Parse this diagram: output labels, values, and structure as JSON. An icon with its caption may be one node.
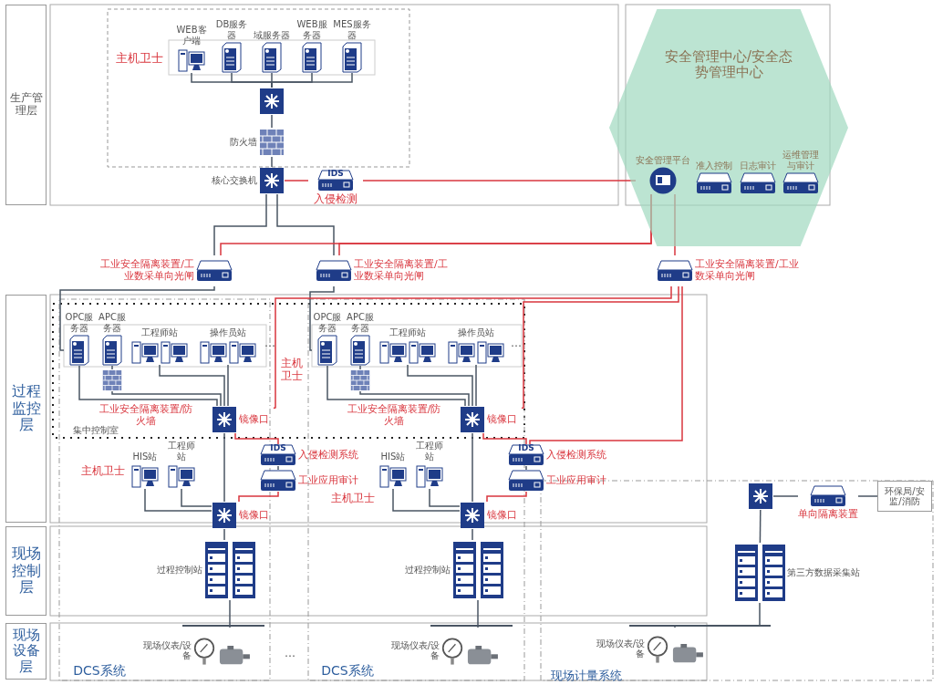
{
  "diagram": {
    "nodes": [
      {
        "text": [
          "生产管理层"
        ]
      },
      {
        "text": [
          "过程监控层"
        ]
      },
      {
        "text": [
          "现场控制层"
        ]
      },
      {
        "text": [
          "现场设备层"
        ]
      },
      {
        "text": [
          "WEB客户端"
        ]
      },
      {
        "text": [
          "DB服务器"
        ]
      },
      {
        "text": [
          "域服务器"
        ]
      },
      {
        "text": [
          "WEB服务器"
        ]
      },
      {
        "text": [
          "MES服务器"
        ]
      },
      {
        "text": [],
        "shape": "box"
      },
      {
        "text": [
          "防火墙"
        ]
      },
      {
        "text": [
          "核心交换机"
        ]
      },
      {
        "text": [
          "IDS",
          "入侵检测"
        ]
      },
      {
        "text": [
          "安全管理中心/安全态势管理中心"
        ]
      },
      {
        "text": [
          "安全管理平台"
        ],
        "in": 13
      },
      {
        "text": [
          "准入控制"
        ],
        "in": 13
      },
      {
        "text": [
          "日志审计"
        ],
        "in": 13
      },
      {
        "text": [
          "运维管理与审计"
        ],
        "in": 13
      },
      {
        "text": [
          "工业安全隔离装置/工业数采单向光闸"
        ]
      },
      {
        "text": [
          "工业安全隔离装置/工业数采单向光闸"
        ]
      },
      {
        "text": [
          "工业安全隔离装置/工业数采单向光闸"
        ]
      },
      {
        "text": [
          "OPC服务器"
        ]
      },
      {
        "text": [
          "APC服务器"
        ]
      },
      {
        "text": [
          "工程师站"
        ]
      },
      {
        "text": [
          "操作员站"
        ]
      },
      {
        "text": [],
        "shape": "box"
      },
      {
        "text": [
          "镜像口"
        ]
      },
      {
        "text": [
          "HIS站"
        ]
      },
      {
        "text": [
          "工程师站"
        ]
      },
      {
        "text": [
          "镜像口"
        ]
      },
      {
        "text": [
          "IDS",
          "入侵检测系统"
        ]
      },
      {
        "text": [
          "工业应用审计"
        ]
      },
      {
        "text": [
          "过程控制站"
        ]
      },
      {
        "text": [
          "现场仪表/设备"
        ]
      },
      {
        "text": [
          "OPC服务器"
        ]
      },
      {
        "text": [
          "APC服务器"
        ]
      },
      {
        "text": [
          "工程师站"
        ]
      },
      {
        "text": [
          "操作员站"
        ]
      },
      {
        "text": [],
        "shape": "box"
      },
      {
        "text": [
          "镜像口"
        ]
      },
      {
        "text": [
          "HIS站"
        ]
      },
      {
        "text": [
          "工程师站"
        ]
      },
      {
        "text": [
          "镜像口"
        ]
      },
      {
        "text": [
          "IDS",
          "入侵检测系统"
        ]
      },
      {
        "text": [
          "工业应用审计"
        ]
      },
      {
        "text": [
          "过程控制站"
        ]
      },
      {
        "text": [
          "现场仪表/设备"
        ]
      },
      {
        "text": [],
        "shape": "box"
      },
      {
        "text": [
          "单向隔离装置"
        ]
      },
      {
        "text": [
          "环保局/安监/消防"
        ]
      },
      {
        "text": [
          "第三方数据采集站"
        ]
      },
      {
        "text": [
          "现场仪表/设备"
        ]
      }
    ],
    "edges": [
      {
        "from": 4,
        "to": 9,
        "arrow": "none"
      },
      {
        "from": 5,
        "to": 9,
        "arrow": "none"
      },
      {
        "from": 6,
        "to": 9,
        "arrow": "none"
      },
      {
        "from": 7,
        "to": 9,
        "arrow": "none"
      },
      {
        "from": 8,
        "to": 9,
        "arrow": "none"
      },
      {
        "from": 9,
        "to": 10,
        "arrow": "none"
      },
      {
        "from": 10,
        "to": 11,
        "arrow": "none"
      },
      {
        "from": 11,
        "to": 12,
        "arrow": "none",
        "color": "#d9363e"
      },
      {
        "from": 12,
        "to": 14,
        "arrow": "none",
        "color": "#d9363e"
      },
      {
        "from": 11,
        "to": 18,
        "arrow": "none"
      },
      {
        "from": 11,
        "to": 19,
        "arrow": "none"
      },
      {
        "from": 14,
        "to": 18,
        "arrow": "none",
        "color": "#d9363e"
      },
      {
        "from": 14,
        "to": 19,
        "arrow": "none",
        "color": "#d9363e"
      },
      {
        "from": 14,
        "to": 20,
        "arrow": "none",
        "color": "#d9363e"
      },
      {
        "from": 18,
        "to": 21,
        "arrow": "none"
      },
      {
        "from": 19,
        "to": 34,
        "arrow": "none"
      },
      {
        "from": 21,
        "to": 26,
        "arrow": "none"
      },
      {
        "from": 22,
        "to": 25,
        "arrow": "none"
      },
      {
        "from": 25,
        "to": 26,
        "arrow": "none"
      },
      {
        "from": 23,
        "to": 26,
        "arrow": "none"
      },
      {
        "from": 24,
        "to": 26,
        "arrow": "none"
      },
      {
        "from": 26,
        "to": 29,
        "arrow": "none"
      },
      {
        "from": 27,
        "to": 29,
        "arrow": "none"
      },
      {
        "from": 28,
        "to": 29,
        "arrow": "none"
      },
      {
        "from": 29,
        "to": 32,
        "arrow": "none"
      },
      {
        "from": 32,
        "to": 33,
        "arrow": "none"
      },
      {
        "from": 20,
        "to": 26,
        "arrow": "none",
        "color": "#d9363e"
      },
      {
        "from": 20,
        "to": 39,
        "arrow": "none",
        "color": "#d9363e"
      },
      {
        "from": 20,
        "to": 43,
        "arrow": "none",
        "color": "#d9363e"
      },
      {
        "from": 26,
        "to": 30,
        "arrow": "none",
        "color": "#d9363e"
      },
      {
        "from": 29,
        "to": 31,
        "arrow": "none",
        "color": "#d9363e"
      },
      {
        "from": 30,
        "to": 31,
        "arrow": "none"
      },
      {
        "from": 34,
        "to": 39,
        "arrow": "none"
      },
      {
        "from": 35,
        "to": 38,
        "arrow": "none"
      },
      {
        "from": 38,
        "to": 39,
        "arrow": "none"
      },
      {
        "from": 36,
        "to": 39,
        "arrow": "none"
      },
      {
        "from": 37,
        "to": 39,
        "arrow": "none"
      },
      {
        "from": 39,
        "to": 42,
        "arrow": "none"
      },
      {
        "from": 40,
        "to": 42,
        "arrow": "none"
      },
      {
        "from": 41,
        "to": 42,
        "arrow": "none"
      },
      {
        "from": 42,
        "to": 45,
        "arrow": "none"
      },
      {
        "from": 45,
        "to": 46,
        "arrow": "none"
      },
      {
        "from": 39,
        "to": 43,
        "arrow": "none",
        "color": "#d9363e"
      },
      {
        "from": 42,
        "to": 44,
        "arrow": "none",
        "color": "#d9363e"
      },
      {
        "from": 43,
        "to": 44,
        "arrow": "none"
      },
      {
        "from": 47,
        "to": 48,
        "arrow": "none"
      },
      {
        "from": 48,
        "to": 49,
        "arrow": "none"
      },
      {
        "from": 47,
        "to": 50,
        "arrow": "none"
      },
      {
        "from": 50,
        "to": 51,
        "arrow": "none"
      }
    ],
    "labels": [
      "主机卫士",
      "…",
      "主机卫士",
      "…",
      "工业安全隔离装置/防火墙",
      "工业安全隔离装置/防火墙",
      "集中控制室",
      "主机卫士",
      "主机卫士",
      "…",
      "DCS系统",
      "DCS系统",
      "现场计量系统"
    ]
  }
}
